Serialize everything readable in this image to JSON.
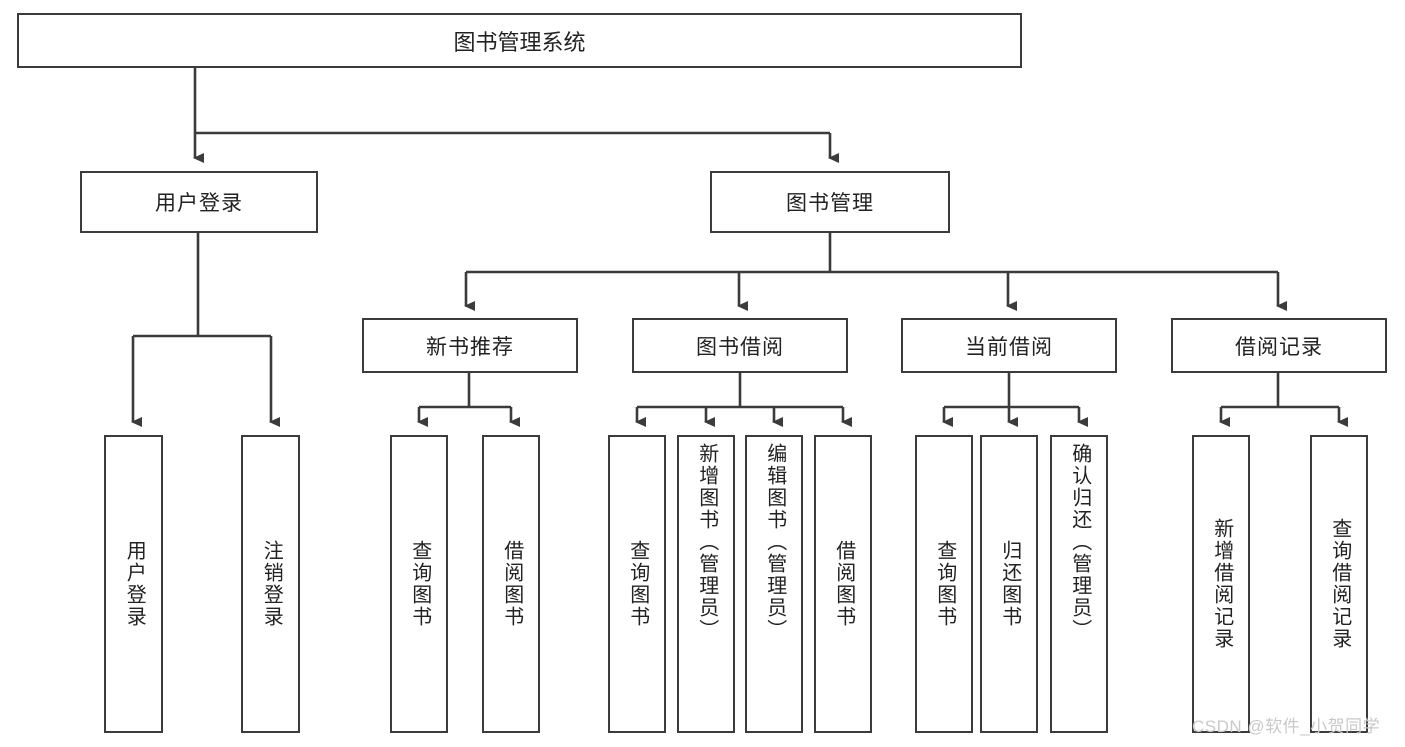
{
  "diagram": {
    "type": "tree",
    "title": "图书管理系统",
    "root": {
      "label": "图书管理系统"
    },
    "level2": [
      {
        "label": "用户登录"
      },
      {
        "label": "图书管理"
      }
    ],
    "level3": [
      {
        "label": "新书推荐"
      },
      {
        "label": "图书借阅"
      },
      {
        "label": "当前借阅"
      },
      {
        "label": "借阅记录"
      }
    ],
    "leaves": {
      "user_login": [
        {
          "label": "用户登录"
        },
        {
          "label": "注销登录"
        }
      ],
      "new_book_recommend": [
        {
          "label": "查询图书"
        },
        {
          "label": "借阅图书"
        }
      ],
      "book_borrow": [
        {
          "label": "查询图书"
        },
        {
          "label": "新增图书（管理员）"
        },
        {
          "label": "编辑图书（管理员）"
        },
        {
          "label": "借阅图书"
        }
      ],
      "current_borrow": [
        {
          "label": "查询图书"
        },
        {
          "label": "归还图书"
        },
        {
          "label": "确认归还（管理员）"
        }
      ],
      "borrow_record": [
        {
          "label": "新增借阅记录"
        },
        {
          "label": "查询借阅记录"
        }
      ]
    }
  },
  "watermark": {
    "text": "CSDN @软件_小贺同学"
  },
  "colors": {
    "border": "#3b3b3b",
    "background": "#ffffff",
    "text": "#222222",
    "watermark": "#c9c9c9"
  }
}
